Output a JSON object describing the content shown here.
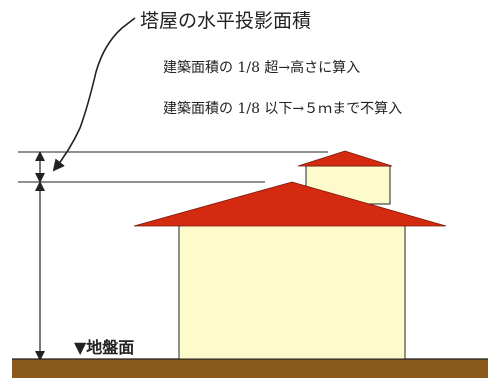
{
  "diagram": {
    "title": "塔屋の水平投影面積",
    "notes": [
      "建築面積の 1/8 超→高さに算入",
      "建築面積の 1/8 以下→５ｍまで不算入"
    ],
    "ground_label": "▼地盤面"
  },
  "colors": {
    "roof": "#d42a10",
    "wall": "#fdfbcb",
    "ground": "#8a5a1a",
    "line": "#222222"
  }
}
